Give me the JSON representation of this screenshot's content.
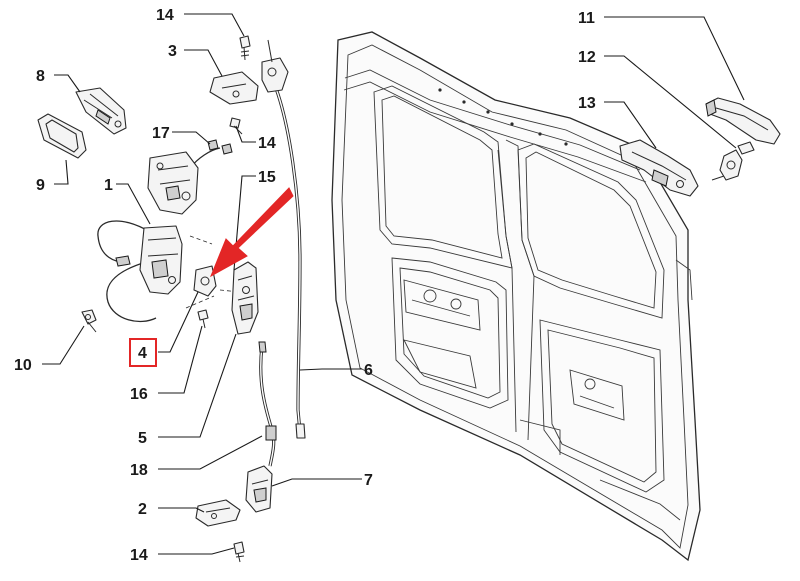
{
  "colors": {
    "highlight": "#e32626",
    "ink": "#1a1a1a"
  },
  "callouts": {
    "c14_top": "14",
    "c3": "3",
    "c8": "8",
    "c9": "9",
    "c17": "17",
    "c14_mid": "14",
    "c15": "15",
    "c1": "1",
    "c10": "10",
    "c4": "4",
    "c16": "16",
    "c5": "5",
    "c18": "18",
    "c2": "2",
    "c14_bottom": "14",
    "c7": "7",
    "c6": "6",
    "c11": "11",
    "c12": "12",
    "c13": "13"
  },
  "highlighted_part": "4",
  "icons": {
    "pointer": "arrow-pointer-icon"
  }
}
